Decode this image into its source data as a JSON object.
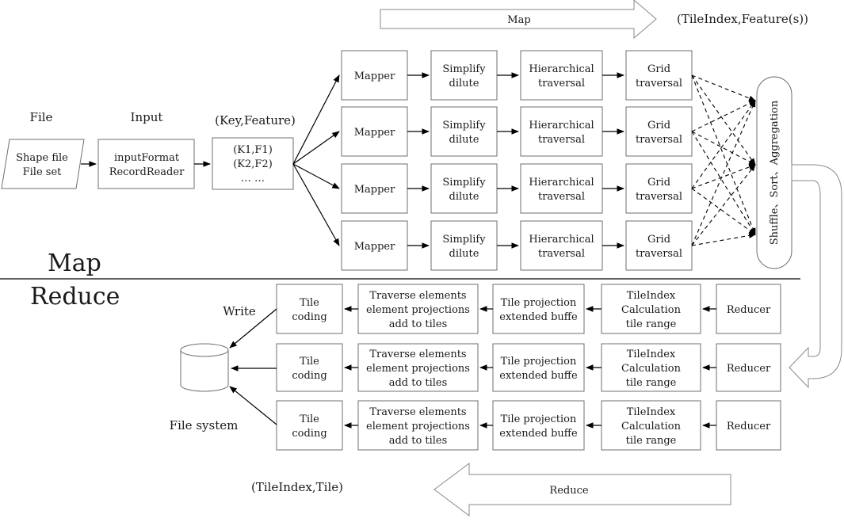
{
  "top_arrow": {
    "label": "Map",
    "output": "(TileIndex,Feature(s))"
  },
  "bottom_arrow": {
    "label": "Reduce",
    "output": "(TileIndex,Tile)"
  },
  "section": {
    "map": "Map",
    "reduce": "Reduce"
  },
  "headers": {
    "file": "File",
    "input": "Input",
    "key_feature": "(Key,Feature)"
  },
  "file_box": {
    "line1": "Shape file",
    "line2": "File set"
  },
  "input_box": {
    "line1": "inputFormat",
    "line2": "RecordReader"
  },
  "kv_box": {
    "line1": "(K1,F1)",
    "line2": "(K2,F2)",
    "line3": "… …"
  },
  "map_row": {
    "mapper": "Mapper",
    "simplify": [
      "Simplify",
      "dilute"
    ],
    "hierarchical": [
      "Hierarchical",
      "traversal"
    ],
    "grid": [
      "Grid",
      "traversal"
    ]
  },
  "shuffle": "Shuffle、Sort、Aggregation",
  "reduce_row": {
    "reducer": "Reducer",
    "tileindex": [
      "TileIndex",
      "Calculation",
      "tile range"
    ],
    "projection": [
      "Tile projection",
      "extended buffe"
    ],
    "traverse": [
      "Traverse elements",
      "element projections",
      "add to tiles"
    ],
    "coding": [
      "Tile",
      "coding"
    ]
  },
  "write": "Write",
  "file_system": "File system"
}
